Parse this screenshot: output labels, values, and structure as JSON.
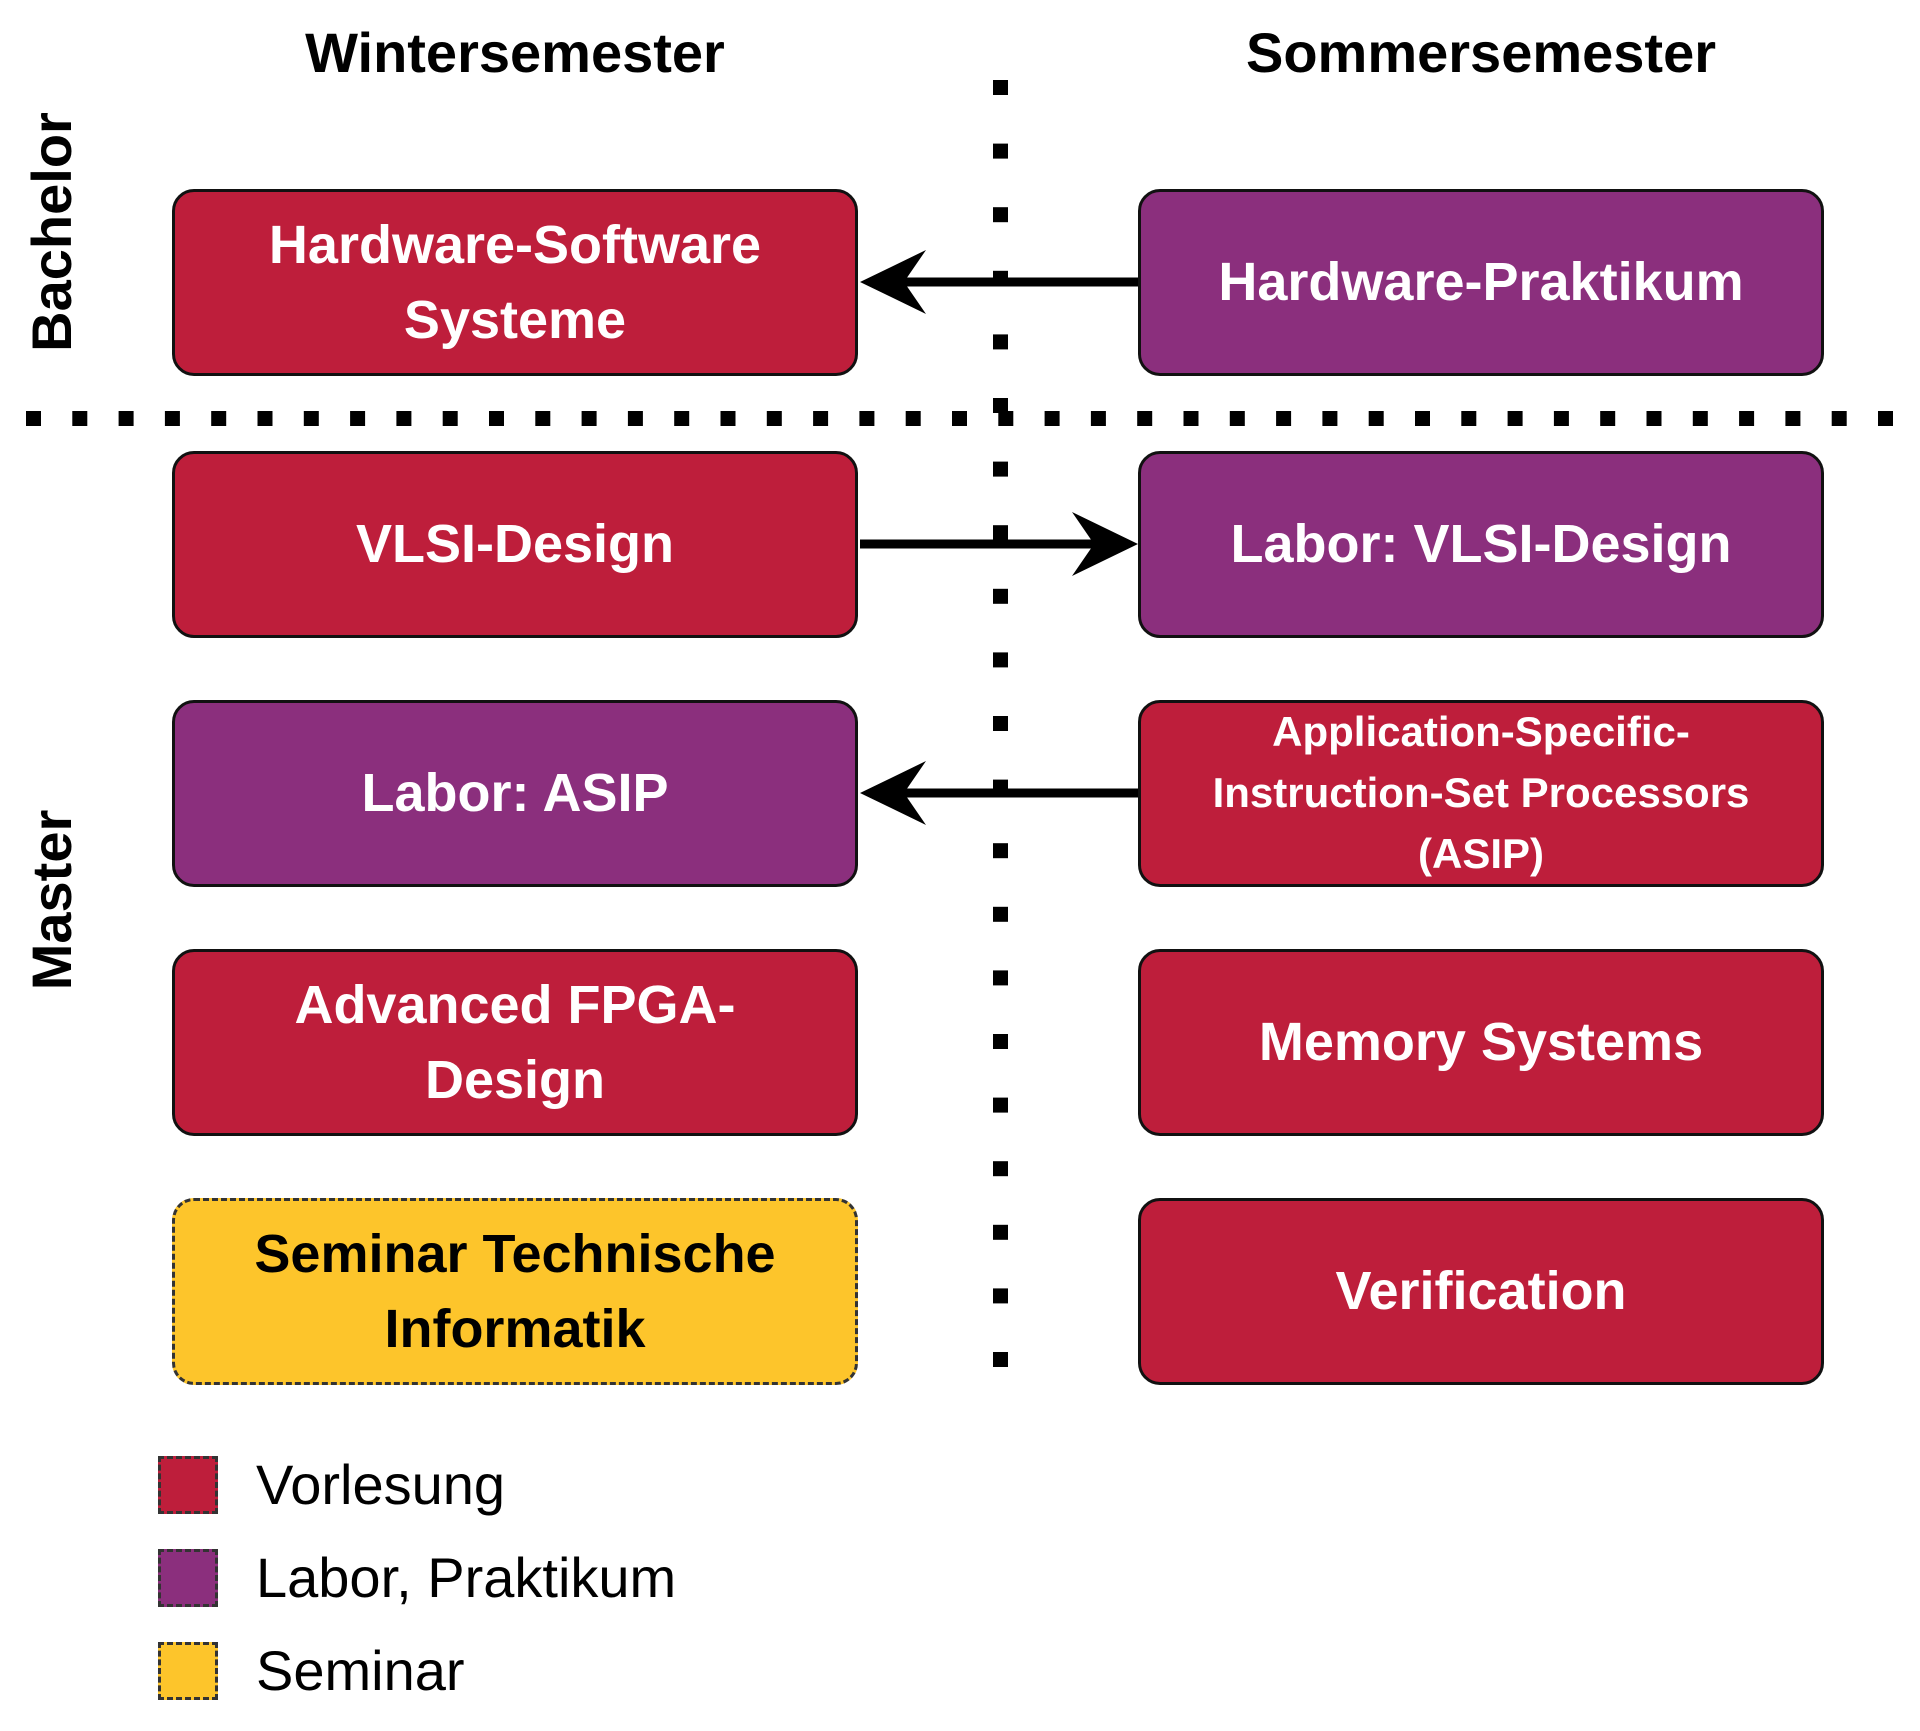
{
  "columns": {
    "winter": "Wintersemester",
    "summer": "Sommersemester"
  },
  "rows": {
    "bachelor": "Bachelor",
    "master": "Master"
  },
  "courses": {
    "hardware_software_systeme": {
      "lines": [
        "Hardware-Software",
        "Systeme"
      ],
      "type": "Vorlesung"
    },
    "hardware_praktikum": {
      "lines": [
        "Hardware-Praktikum"
      ],
      "type": "Labor, Praktikum"
    },
    "vlsi_design": {
      "lines": [
        "VLSI-Design"
      ],
      "type": "Vorlesung"
    },
    "labor_vlsi_design": {
      "lines": [
        "Labor: VLSI-Design"
      ],
      "type": "Labor, Praktikum"
    },
    "labor_asip": {
      "lines": [
        "Labor: ASIP"
      ],
      "type": "Labor, Praktikum"
    },
    "asip": {
      "lines": [
        "Application-Specific-",
        "Instruction-Set Processors",
        "(ASIP)"
      ],
      "type": "Vorlesung"
    },
    "advanced_fpga_design": {
      "lines": [
        "Advanced FPGA-",
        "Design"
      ],
      "type": "Vorlesung"
    },
    "memory_systems": {
      "lines": [
        "Memory Systems"
      ],
      "type": "Vorlesung"
    },
    "seminar_ti": {
      "lines": [
        "Seminar Technische",
        "Informatik"
      ],
      "type": "Seminar"
    },
    "verification": {
      "lines": [
        "Verification"
      ],
      "type": "Vorlesung"
    }
  },
  "arrows": [
    {
      "from": "hardware_praktikum",
      "to": "hardware_software_systeme"
    },
    {
      "from": "vlsi_design",
      "to": "labor_vlsi_design"
    },
    {
      "from": "asip",
      "to": "labor_asip"
    }
  ],
  "legend": [
    {
      "label": "Vorlesung",
      "color": "#be1e3b"
    },
    {
      "label": "Labor, Praktikum",
      "color": "#8b2f7d"
    },
    {
      "label": "Seminar",
      "color": "#fdc52b"
    }
  ],
  "colors": {
    "lecture": "#be1e3b",
    "lab": "#8b2f7d",
    "seminar": "#fdc52b"
  }
}
